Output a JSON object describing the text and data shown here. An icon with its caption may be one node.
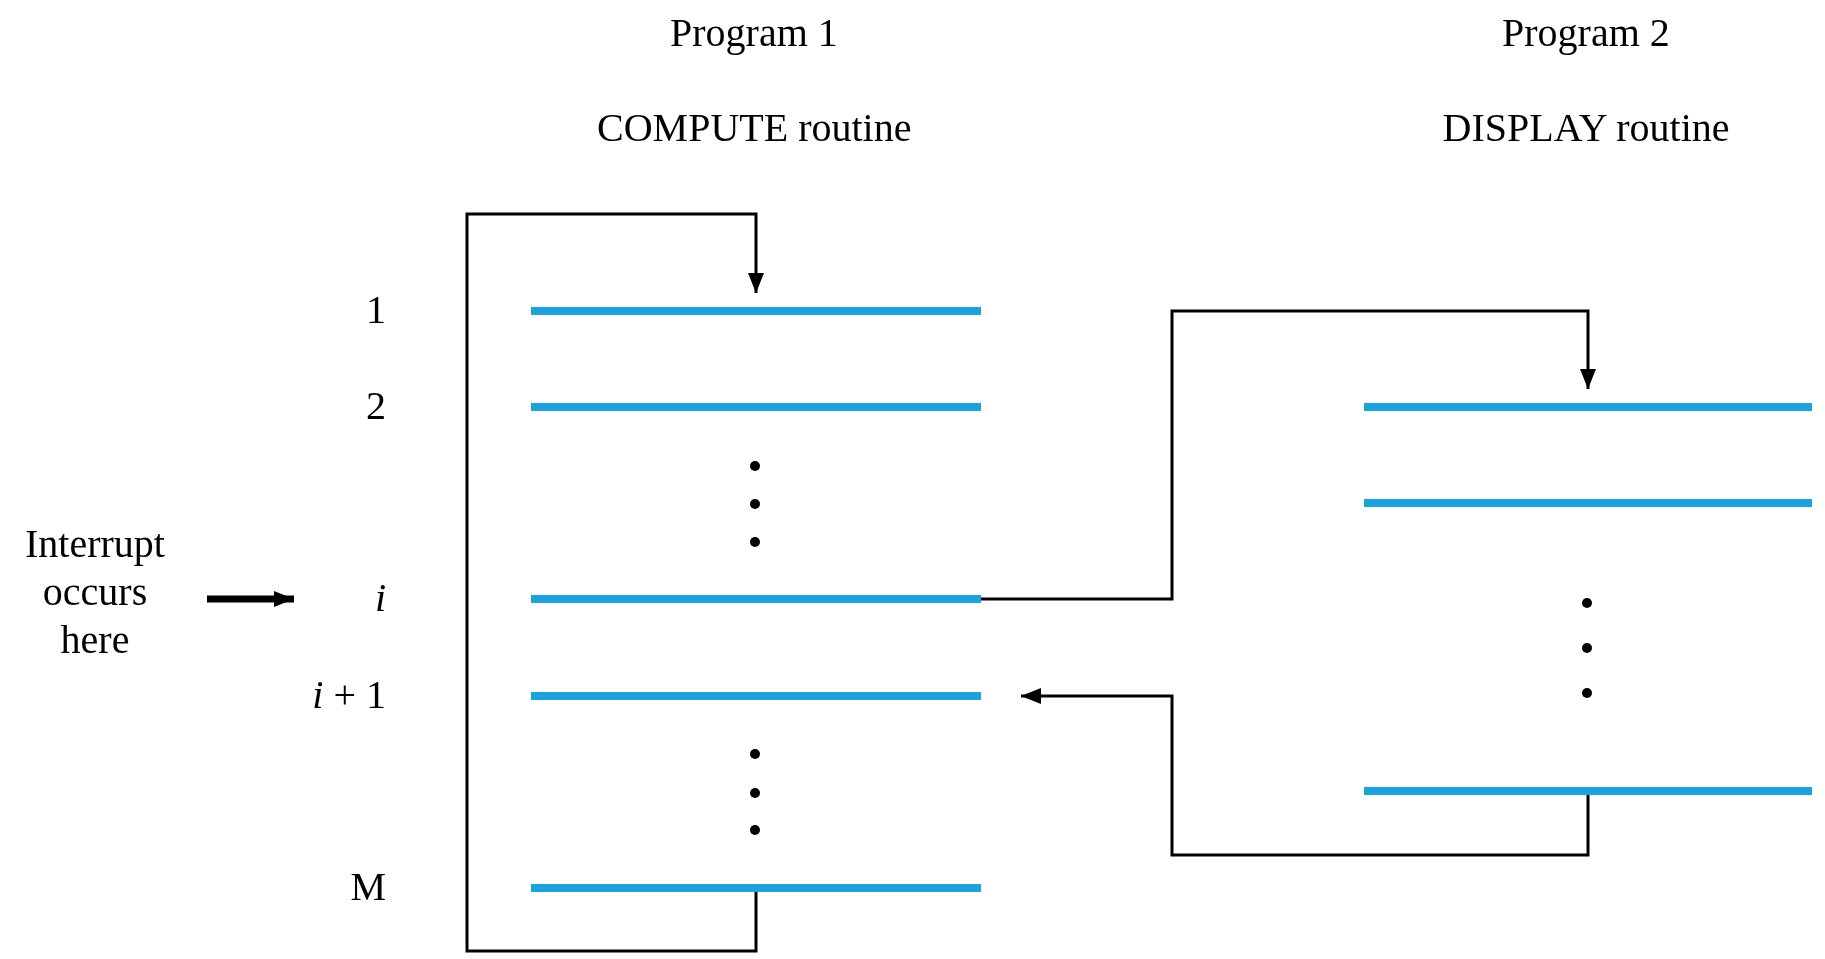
{
  "diagram": {
    "nodes": [
      {
        "text": [
          "Interrupt occurs here"
        ]
      },
      {
        "text": [],
        "shape": "bar",
        "beside": [
          "1"
        ]
      },
      {
        "text": [],
        "shape": "bar",
        "beside": [
          "2"
        ]
      },
      {
        "text": [],
        "shape": "bar",
        "beside": [
          "*i*"
        ]
      },
      {
        "text": [],
        "shape": "bar",
        "beside": [
          "*i* + 1"
        ]
      },
      {
        "text": [],
        "shape": "bar",
        "beside": [
          "M"
        ]
      },
      {
        "text": [],
        "shape": "bar"
      },
      {
        "text": [],
        "shape": "bar"
      },
      {
        "text": [],
        "shape": "bar"
      }
    ],
    "edges": [
      {
        "from": 5,
        "to": 1,
        "arrow": "to"
      },
      {
        "from": 3,
        "to": 6,
        "arrow": "to"
      },
      {
        "from": 8,
        "to": 4,
        "arrow": "to"
      },
      {
        "from": 0,
        "to": null,
        "arrow": "to",
        "style": "thick"
      }
    ],
    "labels": [
      "Program 1",
      "Program 2",
      "COMPUTE routine",
      "DISPLAY routine"
    ]
  }
}
